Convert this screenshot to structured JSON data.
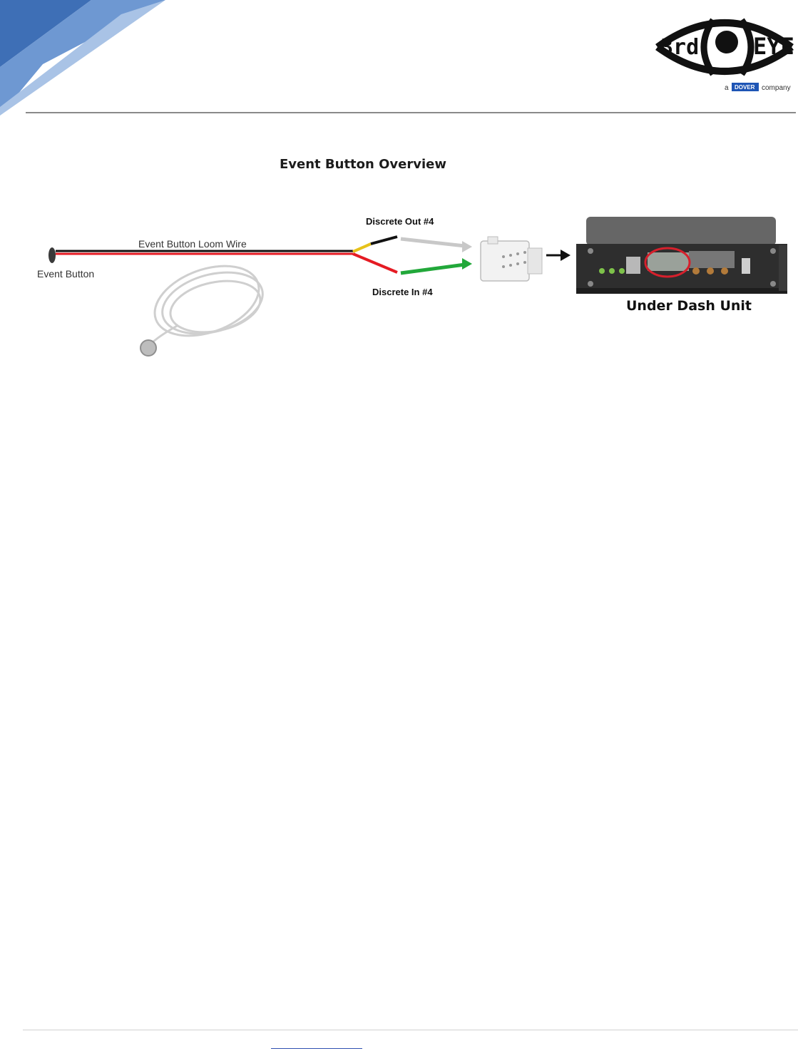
{
  "header": {
    "logo": {
      "left_text": "3rd",
      "right_text": "EYE",
      "badge": "DOVER",
      "tagline_pre": "a",
      "tagline_post": "company"
    }
  },
  "diagram": {
    "title": "Event Button Overview",
    "labels": {
      "discrete_out": "Discrete Out #4",
      "discrete_in": "Discrete In #4",
      "loom_wire": "Event Button Loom Wire",
      "event_button": "Event Button",
      "under_dash_unit": "Under Dash Unit"
    },
    "colors": {
      "red": "#e51b23",
      "black": "#111111",
      "yellow": "#e7c21a",
      "green": "#22a83a",
      "gray": "#c8c8c8",
      "highlight": "#d6202c",
      "brand_blue": "#3a6cc0"
    }
  }
}
